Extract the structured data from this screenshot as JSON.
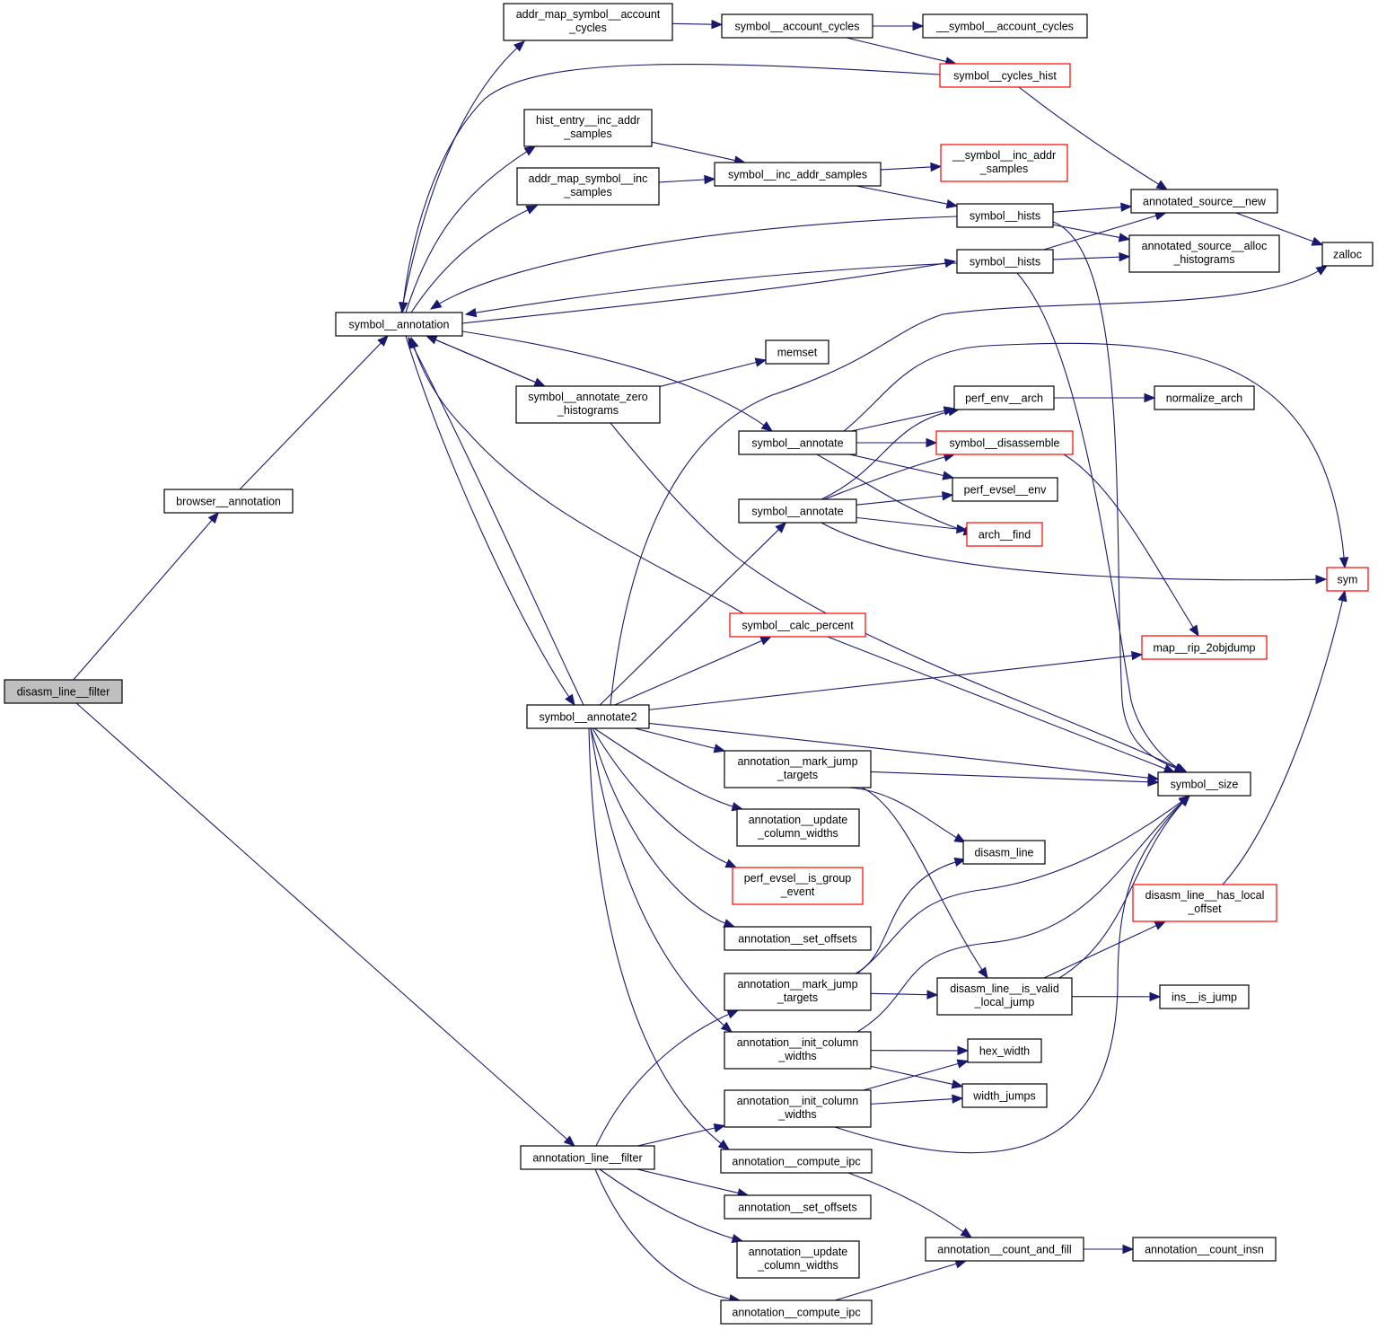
{
  "title": "disasm_line__filter call graph",
  "colors": {
    "edge": "#191970",
    "node_border": "#000000",
    "node_external": "#ff0000",
    "root_fill": "#bfbfbf"
  },
  "nodes": [
    {
      "id": "disasm_line__filter",
      "lines": [
        "disasm_line__filter"
      ],
      "style": "root"
    },
    {
      "id": "browser__annotation",
      "lines": [
        "browser__annotation"
      ],
      "style": "normal"
    },
    {
      "id": "symbol__annotation",
      "lines": [
        "symbol__annotation"
      ],
      "style": "normal"
    },
    {
      "id": "annotation_line__filter",
      "lines": [
        "annotation_line__filter"
      ],
      "style": "normal"
    },
    {
      "id": "addr_map_symbol__account_cycles",
      "lines": [
        "addr_map_symbol__account",
        "_cycles"
      ],
      "style": "normal"
    },
    {
      "id": "hist_entry__inc_addr_samples",
      "lines": [
        "hist_entry__inc_addr",
        "_samples"
      ],
      "style": "normal"
    },
    {
      "id": "addr_map_symbol__inc_samples",
      "lines": [
        "addr_map_symbol__inc",
        "_samples"
      ],
      "style": "normal"
    },
    {
      "id": "symbol__annotate_zero_histograms",
      "lines": [
        "symbol__annotate_zero",
        "_histograms"
      ],
      "style": "normal"
    },
    {
      "id": "symbol__annotate2",
      "lines": [
        "symbol__annotate2"
      ],
      "style": "normal"
    },
    {
      "id": "symbol__account_cycles",
      "lines": [
        "symbol__account_cycles"
      ],
      "style": "normal"
    },
    {
      "id": "symbol__inc_addr_samples",
      "lines": [
        "symbol__inc_addr_samples"
      ],
      "style": "normal"
    },
    {
      "id": "memset",
      "lines": [
        "memset"
      ],
      "style": "normal"
    },
    {
      "id": "symbol__annotate_a",
      "lines": [
        "symbol__annotate"
      ],
      "style": "normal"
    },
    {
      "id": "symbol__annotate_b",
      "lines": [
        "symbol__annotate"
      ],
      "style": "normal"
    },
    {
      "id": "symbol__calc_percent",
      "lines": [
        "symbol__calc_percent"
      ],
      "style": "external"
    },
    {
      "id": "annotation__mark_jump_targets_a",
      "lines": [
        "annotation__mark_jump",
        "_targets"
      ],
      "style": "normal"
    },
    {
      "id": "annotation__update_column_widths_a",
      "lines": [
        "annotation__update",
        "_column_widths"
      ],
      "style": "normal"
    },
    {
      "id": "perf_evsel__is_group_event",
      "lines": [
        "perf_evsel__is_group",
        "_event"
      ],
      "style": "external"
    },
    {
      "id": "annotation__set_offsets_a",
      "lines": [
        "annotation__set_offsets"
      ],
      "style": "normal"
    },
    {
      "id": "annotation__mark_jump_targets_b",
      "lines": [
        "annotation__mark_jump",
        "_targets"
      ],
      "style": "normal"
    },
    {
      "id": "annotation__init_column_widths_a",
      "lines": [
        "annotation__init_column",
        "_widths"
      ],
      "style": "normal"
    },
    {
      "id": "annotation__init_column_widths_b",
      "lines": [
        "annotation__init_column",
        "_widths"
      ],
      "style": "normal"
    },
    {
      "id": "annotation__compute_ipc_a",
      "lines": [
        "annotation__compute_ipc"
      ],
      "style": "normal"
    },
    {
      "id": "annotation__set_offsets_b",
      "lines": [
        "annotation__set_offsets"
      ],
      "style": "normal"
    },
    {
      "id": "annotation__update_column_widths_b",
      "lines": [
        "annotation__update",
        "_column_widths"
      ],
      "style": "normal"
    },
    {
      "id": "annotation__compute_ipc_b",
      "lines": [
        "annotation__compute_ipc"
      ],
      "style": "normal"
    },
    {
      "id": "__symbol__account_cycles",
      "lines": [
        "__symbol__account_cycles"
      ],
      "style": "normal"
    },
    {
      "id": "symbol__cycles_hist",
      "lines": [
        "symbol__cycles_hist"
      ],
      "style": "external"
    },
    {
      "id": "__symbol__inc_addr_samples",
      "lines": [
        "__symbol__inc_addr",
        "_samples"
      ],
      "style": "external"
    },
    {
      "id": "symbol__hists_a",
      "lines": [
        "symbol__hists"
      ],
      "style": "normal"
    },
    {
      "id": "symbol__hists_b",
      "lines": [
        "symbol__hists"
      ],
      "style": "normal"
    },
    {
      "id": "perf_env__arch",
      "lines": [
        "perf_env__arch"
      ],
      "style": "normal"
    },
    {
      "id": "symbol__disassemble",
      "lines": [
        "symbol__disassemble"
      ],
      "style": "external"
    },
    {
      "id": "perf_evsel__env",
      "lines": [
        "perf_evsel__env"
      ],
      "style": "normal"
    },
    {
      "id": "arch__find",
      "lines": [
        "arch__find"
      ],
      "style": "external"
    },
    {
      "id": "disasm_line",
      "lines": [
        "disasm_line"
      ],
      "style": "normal"
    },
    {
      "id": "disasm_line__is_valid_local_jump",
      "lines": [
        "disasm_line__is_valid",
        "_local_jump"
      ],
      "style": "normal"
    },
    {
      "id": "hex_width",
      "lines": [
        "hex_width"
      ],
      "style": "normal"
    },
    {
      "id": "width_jumps",
      "lines": [
        "width_jumps"
      ],
      "style": "normal"
    },
    {
      "id": "annotation__count_and_fill",
      "lines": [
        "annotation__count_and_fill"
      ],
      "style": "normal"
    },
    {
      "id": "annotated_source__new",
      "lines": [
        "annotated_source__new"
      ],
      "style": "normal"
    },
    {
      "id": "annotated_source__alloc_histograms",
      "lines": [
        "annotated_source__alloc",
        "_histograms"
      ],
      "style": "normal"
    },
    {
      "id": "normalize_arch",
      "lines": [
        "normalize_arch"
      ],
      "style": "normal"
    },
    {
      "id": "map__rip_2objdump",
      "lines": [
        "map__rip_2objdump"
      ],
      "style": "external"
    },
    {
      "id": "symbol__size",
      "lines": [
        "symbol__size"
      ],
      "style": "normal"
    },
    {
      "id": "disasm_line__has_local_offset",
      "lines": [
        "disasm_line__has_local",
        "_offset"
      ],
      "style": "external"
    },
    {
      "id": "ins__is_jump",
      "lines": [
        "ins__is_jump"
      ],
      "style": "normal"
    },
    {
      "id": "annotation__count_insn",
      "lines": [
        "annotation__count_insn"
      ],
      "style": "normal"
    },
    {
      "id": "zalloc",
      "lines": [
        "zalloc"
      ],
      "style": "normal"
    },
    {
      "id": "sym",
      "lines": [
        "sym"
      ],
      "style": "external"
    }
  ],
  "edges": [
    {
      "from": "disasm_line__filter",
      "to": "browser__annotation"
    },
    {
      "from": "disasm_line__filter",
      "to": "annotation_line__filter"
    },
    {
      "from": "browser__annotation",
      "to": "symbol__annotation"
    },
    {
      "from": "symbol__annotation",
      "to": "addr_map_symbol__account_cycles"
    },
    {
      "from": "symbol__annotation",
      "to": "hist_entry__inc_addr_samples"
    },
    {
      "from": "symbol__annotation",
      "to": "addr_map_symbol__inc_samples"
    },
    {
      "from": "symbol__annotation",
      "to": "symbol__annotate_zero_histograms"
    },
    {
      "from": "symbol__annotation",
      "to": "symbol__annotate2"
    },
    {
      "from": "symbol__annotation",
      "to": "symbol__annotate_a"
    },
    {
      "from": "symbol__annotation",
      "to": "symbol__hists_b"
    },
    {
      "from": "symbol__cycles_hist",
      "to": "symbol__annotation"
    },
    {
      "from": "symbol__hists_a",
      "to": "symbol__annotation"
    },
    {
      "from": "symbol__hists_b",
      "to": "symbol__annotation"
    },
    {
      "from": "symbol__annotate_zero_histograms",
      "to": "symbol__annotation"
    },
    {
      "from": "symbol__annotate2",
      "to": "symbol__annotation"
    },
    {
      "from": "symbol__calc_percent",
      "to": "symbol__annotation"
    },
    {
      "from": "addr_map_symbol__account_cycles",
      "to": "symbol__account_cycles"
    },
    {
      "from": "symbol__account_cycles",
      "to": "__symbol__account_cycles"
    },
    {
      "from": "symbol__account_cycles",
      "to": "symbol__cycles_hist"
    },
    {
      "from": "symbol__cycles_hist",
      "to": "annotated_source__new"
    },
    {
      "from": "hist_entry__inc_addr_samples",
      "to": "symbol__inc_addr_samples"
    },
    {
      "from": "addr_map_symbol__inc_samples",
      "to": "symbol__inc_addr_samples"
    },
    {
      "from": "symbol__inc_addr_samples",
      "to": "__symbol__inc_addr_samples"
    },
    {
      "from": "symbol__inc_addr_samples",
      "to": "symbol__hists_a"
    },
    {
      "from": "symbol__hists_a",
      "to": "annotated_source__new"
    },
    {
      "from": "symbol__hists_a",
      "to": "annotated_source__alloc_histograms"
    },
    {
      "from": "symbol__hists_a",
      "to": "symbol__size"
    },
    {
      "from": "symbol__hists_b",
      "to": "annotated_source__new"
    },
    {
      "from": "symbol__hists_b",
      "to": "annotated_source__alloc_histograms"
    },
    {
      "from": "symbol__hists_b",
      "to": "symbol__size"
    },
    {
      "from": "annotated_source__new",
      "to": "zalloc"
    },
    {
      "from": "symbol__annotate_zero_histograms",
      "to": "memset"
    },
    {
      "from": "symbol__annotate_zero_histograms",
      "to": "symbol__size"
    },
    {
      "from": "symbol__annotate_a",
      "to": "perf_env__arch"
    },
    {
      "from": "symbol__annotate_a",
      "to": "symbol__disassemble"
    },
    {
      "from": "symbol__annotate_a",
      "to": "perf_evsel__env"
    },
    {
      "from": "symbol__annotate_a",
      "to": "arch__find"
    },
    {
      "from": "symbol__annotate_a",
      "to": "sym"
    },
    {
      "from": "symbol__annotate_b",
      "to": "perf_env__arch"
    },
    {
      "from": "symbol__annotate_b",
      "to": "symbol__disassemble"
    },
    {
      "from": "symbol__annotate_b",
      "to": "perf_evsel__env"
    },
    {
      "from": "symbol__annotate_b",
      "to": "arch__find"
    },
    {
      "from": "symbol__annotate_b",
      "to": "sym"
    },
    {
      "from": "perf_env__arch",
      "to": "normalize_arch"
    },
    {
      "from": "symbol__disassemble",
      "to": "map__rip_2objdump"
    },
    {
      "from": "symbol__annotate2",
      "to": "zalloc"
    },
    {
      "from": "symbol__annotate2",
      "to": "symbol__annotate_b"
    },
    {
      "from": "symbol__annotate2",
      "to": "symbol__calc_percent"
    },
    {
      "from": "symbol__annotate2",
      "to": "map__rip_2objdump"
    },
    {
      "from": "symbol__annotate2",
      "to": "symbol__size"
    },
    {
      "from": "symbol__annotate2",
      "to": "annotation__mark_jump_targets_a"
    },
    {
      "from": "symbol__annotate2",
      "to": "annotation__update_column_widths_a"
    },
    {
      "from": "symbol__annotate2",
      "to": "perf_evsel__is_group_event"
    },
    {
      "from": "symbol__annotate2",
      "to": "annotation__set_offsets_a"
    },
    {
      "from": "symbol__annotate2",
      "to": "annotation__init_column_widths_a"
    },
    {
      "from": "symbol__annotate2",
      "to": "annotation__compute_ipc_a"
    },
    {
      "from": "symbol__calc_percent",
      "to": "symbol__size"
    },
    {
      "from": "annotation__mark_jump_targets_a",
      "to": "symbol__size"
    },
    {
      "from": "annotation__mark_jump_targets_a",
      "to": "disasm_line"
    },
    {
      "from": "annotation__mark_jump_targets_a",
      "to": "disasm_line__is_valid_local_jump"
    },
    {
      "from": "annotation__mark_jump_targets_b",
      "to": "disasm_line"
    },
    {
      "from": "annotation__mark_jump_targets_b",
      "to": "symbol__size"
    },
    {
      "from": "annotation__mark_jump_targets_b",
      "to": "disasm_line__is_valid_local_jump"
    },
    {
      "from": "annotation__init_column_widths_a",
      "to": "symbol__size"
    },
    {
      "from": "annotation__init_column_widths_a",
      "to": "hex_width"
    },
    {
      "from": "annotation__init_column_widths_a",
      "to": "width_jumps"
    },
    {
      "from": "annotation__init_column_widths_b",
      "to": "hex_width"
    },
    {
      "from": "annotation__init_column_widths_b",
      "to": "width_jumps"
    },
    {
      "from": "annotation__init_column_widths_b",
      "to": "symbol__size"
    },
    {
      "from": "disasm_line__is_valid_local_jump",
      "to": "symbol__size"
    },
    {
      "from": "disasm_line__is_valid_local_jump",
      "to": "disasm_line__has_local_offset"
    },
    {
      "from": "disasm_line__is_valid_local_jump",
      "to": "ins__is_jump"
    },
    {
      "from": "disasm_line__has_local_offset",
      "to": "sym"
    },
    {
      "from": "annotation_line__filter",
      "to": "annotation__mark_jump_targets_b"
    },
    {
      "from": "annotation_line__filter",
      "to": "annotation__init_column_widths_b"
    },
    {
      "from": "annotation_line__filter",
      "to": "annotation__set_offsets_b"
    },
    {
      "from": "annotation_line__filter",
      "to": "annotation__update_column_widths_b"
    },
    {
      "from": "annotation_line__filter",
      "to": "annotation__compute_ipc_b"
    },
    {
      "from": "annotation__compute_ipc_a",
      "to": "annotation__count_and_fill"
    },
    {
      "from": "annotation__compute_ipc_b",
      "to": "annotation__count_and_fill"
    },
    {
      "from": "annotation__count_and_fill",
      "to": "annotation__count_insn"
    }
  ]
}
